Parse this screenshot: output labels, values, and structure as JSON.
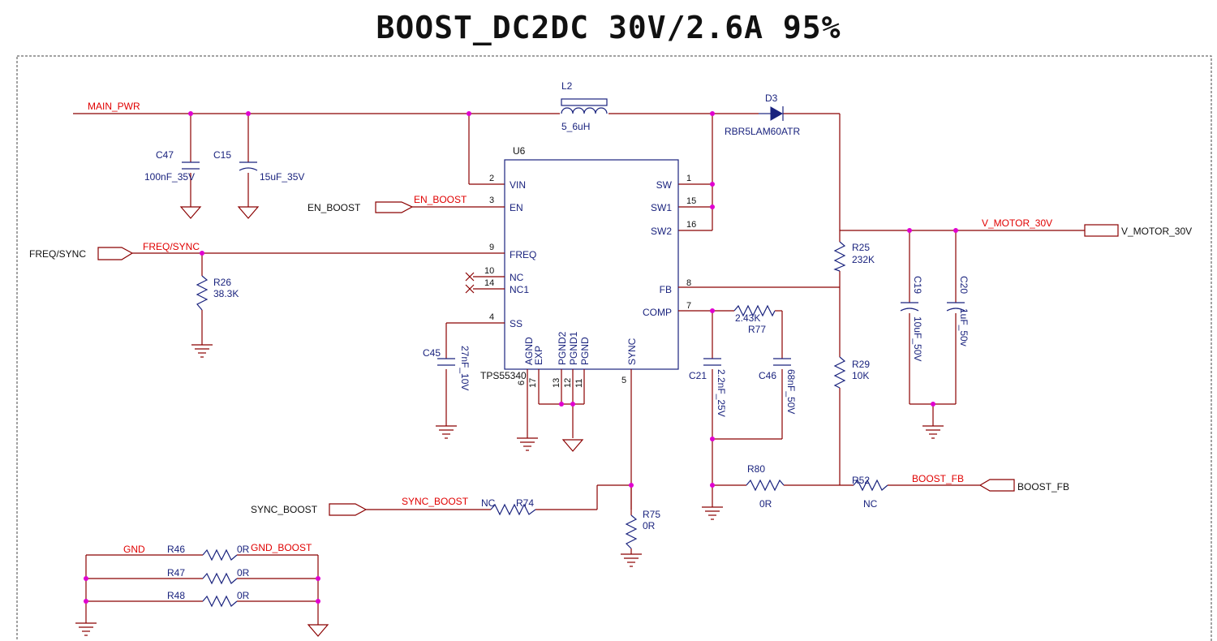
{
  "title": "BOOST_DC2DC 30V/2.6A 95%",
  "ic": {
    "ref": "U6",
    "part": "TPS55340",
    "left_pins": [
      {
        "num": "2",
        "name": "VIN"
      },
      {
        "num": "3",
        "name": "EN"
      },
      {
        "num": "9",
        "name": "FREQ"
      },
      {
        "num": "10",
        "name": "NC"
      },
      {
        "num": "14",
        "name": "NC1"
      },
      {
        "num": "4",
        "name": "SS"
      }
    ],
    "right_pins": [
      {
        "num": "1",
        "name": "SW"
      },
      {
        "num": "15",
        "name": "SW1"
      },
      {
        "num": "16",
        "name": "SW2"
      },
      {
        "num": "8",
        "name": "FB"
      },
      {
        "num": "7",
        "name": "COMP"
      }
    ],
    "bottom_pins": [
      {
        "num": "6",
        "name": "AGND"
      },
      {
        "num": "17",
        "name": "EXP"
      },
      {
        "num": "13",
        "name": "PGND2"
      },
      {
        "num": "12",
        "name": "PGND1"
      },
      {
        "num": "11",
        "name": "PGND"
      },
      {
        "num": "5",
        "name": "SYNC"
      }
    ]
  },
  "nets": {
    "main_pwr": "MAIN_PWR",
    "en_boost": "EN_BOOST",
    "freq_sync": "FREQ/SYNC",
    "v_motor": "V_MOTOR_30V",
    "boost_fb": "BOOST_FB",
    "sync_boost": "SYNC_BOOST",
    "gnd": "GND",
    "gnd_boost": "GND_BOOST"
  },
  "ports": {
    "en_boost": "EN_BOOST",
    "freq_sync": "FREQ/SYNC",
    "v_motor": "V_MOTOR_30V",
    "boost_fb": "BOOST_FB",
    "sync_boost": "SYNC_BOOST"
  },
  "components": {
    "L2": {
      "ref": "L2",
      "value": "5_6uH"
    },
    "D3": {
      "ref": "D3",
      "value": "RBR5LAM60ATR"
    },
    "C47": {
      "ref": "C47",
      "value": "100nF_35V"
    },
    "C15": {
      "ref": "C15",
      "value": "15uF_35V"
    },
    "R26": {
      "ref": "R26",
      "value": "38.3K"
    },
    "C45": {
      "ref": "C45",
      "value": "27nF_10V"
    },
    "R25": {
      "ref": "R25",
      "value": "232K"
    },
    "R29": {
      "ref": "R29",
      "value": "10K"
    },
    "C19": {
      "ref": "C19",
      "value": "10uF_50V"
    },
    "C20": {
      "ref": "C20",
      "value": "1uF_50v"
    },
    "R77": {
      "ref": "R77",
      "value": "2.43K"
    },
    "C21": {
      "ref": "C21",
      "value": "2.2nF_25V"
    },
    "C46": {
      "ref": "C46",
      "value": "68nF_50V"
    },
    "R80": {
      "ref": "R80",
      "value": "0R"
    },
    "R52": {
      "ref": "R52",
      "value": "NC"
    },
    "R74": {
      "ref": "R74",
      "value": "NC"
    },
    "R75": {
      "ref": "R75",
      "value": "0R"
    },
    "R46": {
      "ref": "R46",
      "value": "0R"
    },
    "R47": {
      "ref": "R47",
      "value": "0R"
    },
    "R48": {
      "ref": "R48",
      "value": "0R"
    }
  },
  "colors": {
    "wire": "#8b0000",
    "component": "#1a237e",
    "net_label": "#e00000",
    "junction": "#e000d0"
  }
}
